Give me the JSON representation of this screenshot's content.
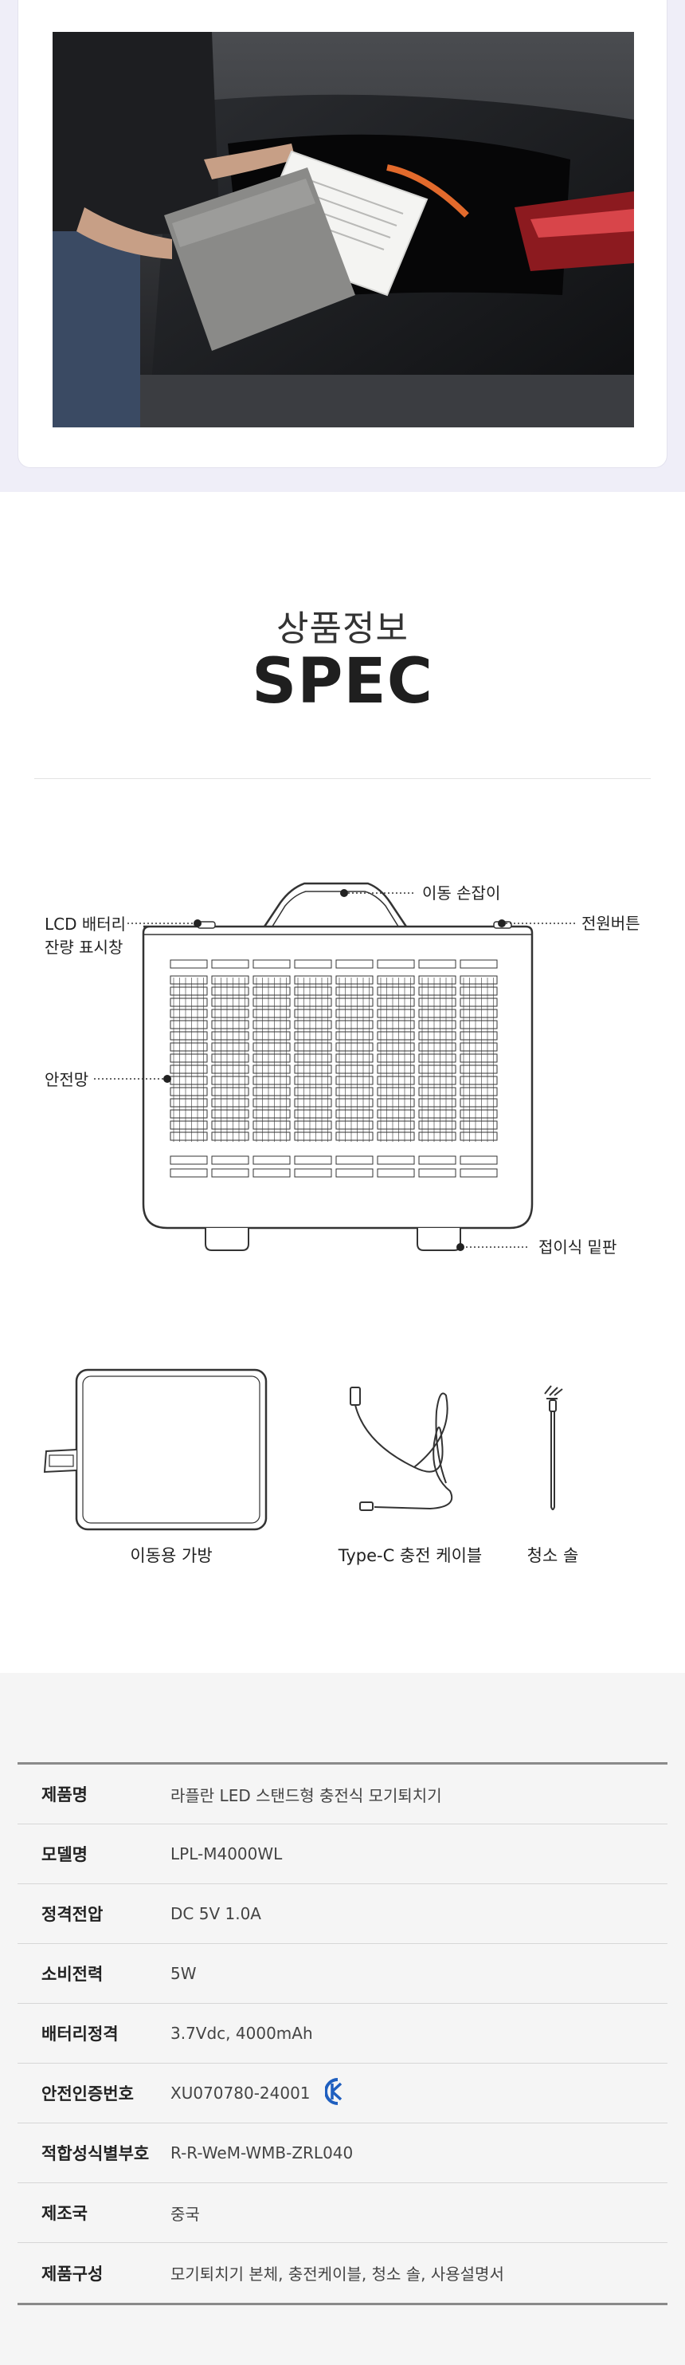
{
  "spec": {
    "subtitle": "상품정보",
    "title": "SPEC"
  },
  "diagram": {
    "labels": {
      "handle": "이동 손잡이",
      "lcd_line1": "LCD 배터리",
      "lcd_line2": "잔량 표시창",
      "power": "전원버튼",
      "safety_net": "안전망",
      "foldable_base": "접이식 밑판"
    }
  },
  "accessories": [
    {
      "label": "이동용 가방",
      "icon": "carry-bag-icon"
    },
    {
      "label": "Type-C 충전 케이블",
      "icon": "cable-icon"
    },
    {
      "label": "청소 솔",
      "icon": "brush-icon"
    }
  ],
  "spec_table": [
    {
      "key": "제품명",
      "value": "라플란 LED 스탠드형 충전식 모기퇴치기"
    },
    {
      "key": "모델명",
      "value": "LPL-M4000WL"
    },
    {
      "key": "정격전압",
      "value": "DC 5V 1.0A"
    },
    {
      "key": "소비전력",
      "value": "5W"
    },
    {
      "key": "배터리정격",
      "value": "3.7Vdc, 4000mAh"
    },
    {
      "key": "안전인증번호",
      "value": "XU070780-24001",
      "badge": "KC"
    },
    {
      "key": "적합성식별부호",
      "value": "R-R-WeM-WMB-ZRL040"
    },
    {
      "key": "제조국",
      "value": "중국"
    },
    {
      "key": "제품구성",
      "value": "모기퇴치기 본체, 충전케이블, 청소 솔, 사용설명서"
    }
  ],
  "colors": {
    "top_band": "#efeef8",
    "table_band": "#f5f5f5",
    "kc_blue": "#1f5fbf"
  }
}
